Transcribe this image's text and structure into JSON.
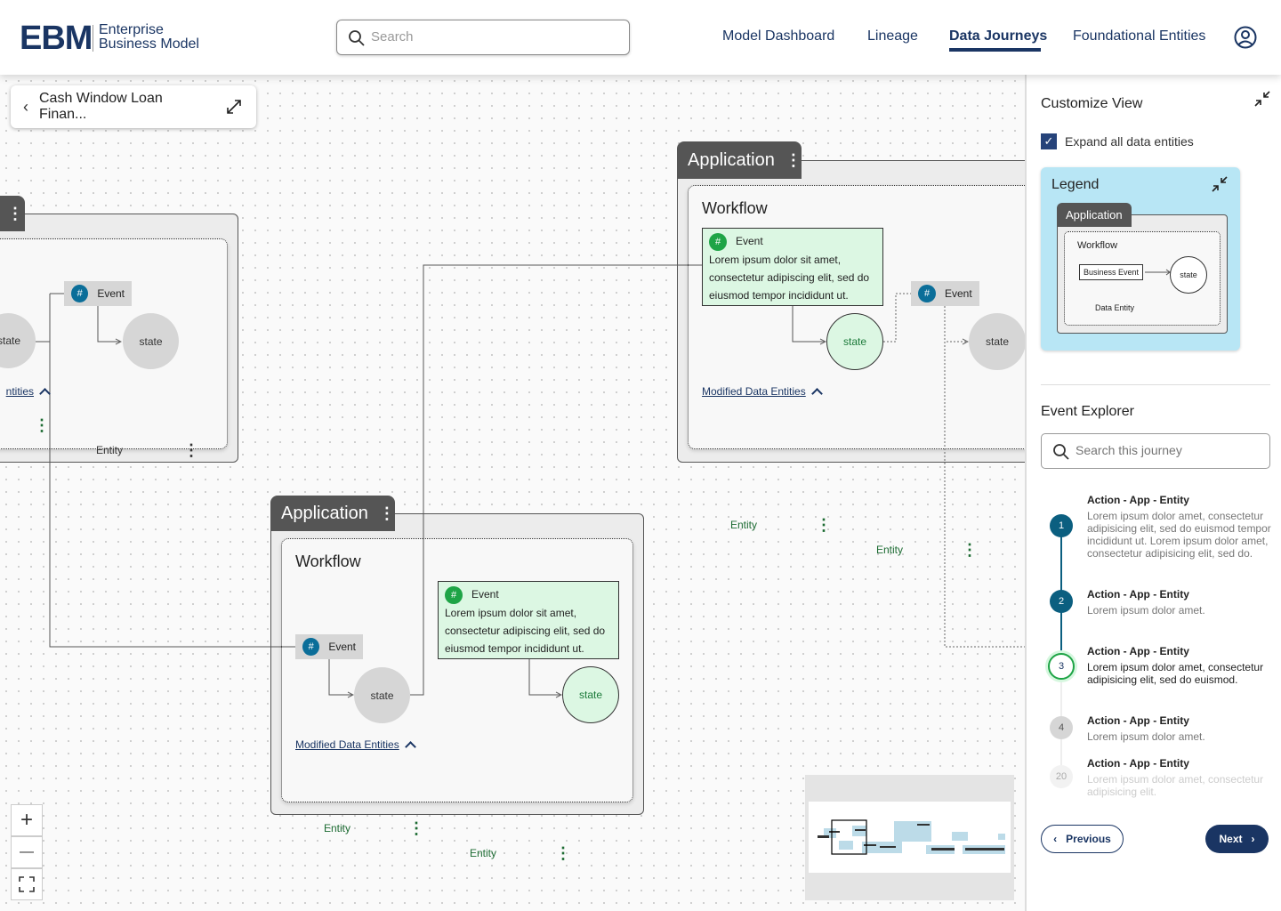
{
  "header": {
    "logo_mark": "EBM",
    "logo_text_line1": "Enterprise",
    "logo_text_line2": "Business Model",
    "search_placeholder": "Search",
    "nav": [
      {
        "label": "Model Dashboard",
        "active": false
      },
      {
        "label": "Lineage",
        "active": false
      },
      {
        "label": "Data Journeys",
        "active": true
      },
      {
        "label": "Foundational Entities",
        "active": false
      }
    ],
    "profile_icon": "user-circle-icon"
  },
  "canvas": {
    "journey_title": "Cash Window Loan Finan...",
    "applications": [
      {
        "tab_label": "",
        "event_gray": "Event",
        "state_left": "state",
        "state_right": "state",
        "modified_link": "ntities",
        "entities": [
          "",
          "Entity"
        ]
      },
      {
        "tab_label": "Application",
        "workflow": "Workflow",
        "event_green_title": "Event",
        "event_green_desc": "Lorem ipsum dolor sit amet, consectetur adipiscing elit, sed do eiusmod tempor incididunt ut.",
        "event_gray": "Event",
        "state_gray": "state",
        "state_green": "state",
        "modified_link": "Modified Data Entities",
        "entities": [
          "Entity",
          "Entity"
        ]
      },
      {
        "tab_label": "Application",
        "workflow": "Workflow",
        "event_green_title": "Event",
        "event_green_desc": "Lorem ipsum dolor sit amet, consectetur adipiscing elit, sed do eiusmod tempor incididunt ut.",
        "event_gray": "Event",
        "state_gray": "state",
        "state_green": "state",
        "modified_link": "Modified Data Entities",
        "entities": [
          "Entity",
          "Entity"
        ]
      }
    ],
    "hash_symbol": "#",
    "colors": {
      "brand": "#1a3563",
      "event_active": "#1ea446",
      "event_inactive": "#0b6e99",
      "entity_highlight": "#f9e9be",
      "active_bg": "#dcf7e3"
    }
  },
  "zoom_controls": {
    "zoom_in": "+",
    "zoom_out": "—"
  },
  "panel": {
    "customize_title": "Customize View",
    "expand_label": "Expand all data entities",
    "expand_checked": true,
    "legend": {
      "title": "Legend",
      "application": "Application",
      "workflow": "Workflow",
      "business_event": "Business Event",
      "state": "state",
      "data_entity": "Data Entity"
    },
    "explorer_title": "Event Explorer",
    "explorer_search_placeholder": "Search this journey",
    "steps": [
      {
        "num": "1",
        "title": "Action - App - Entity",
        "desc": "Lorem ipsum dolor amet, consectetur adipisicing elit, sed do euismod tempor incididunt ut. Lorem ipsum dolor amet, consectetur adipisicing elit, sed do.",
        "status": "done"
      },
      {
        "num": "2",
        "title": "Action - App - Entity",
        "desc": "Lorem ipsum dolor amet.",
        "status": "done"
      },
      {
        "num": "3",
        "title": "Action - App - Entity",
        "desc": "Lorem ipsum dolor amet, consectetur adipisicing elit, sed do euismod.",
        "status": "current"
      },
      {
        "num": "4",
        "title": "Action - App - Entity",
        "desc": "Lorem ipsum dolor amet.",
        "status": "upcoming"
      },
      {
        "num": "20",
        "title": "Action - App - Entity",
        "desc": "Lorem ipsum dolor amet, consectetur adipisicing elit.",
        "status": "faded"
      }
    ],
    "previous_label": "Previous",
    "next_label": "Next"
  }
}
